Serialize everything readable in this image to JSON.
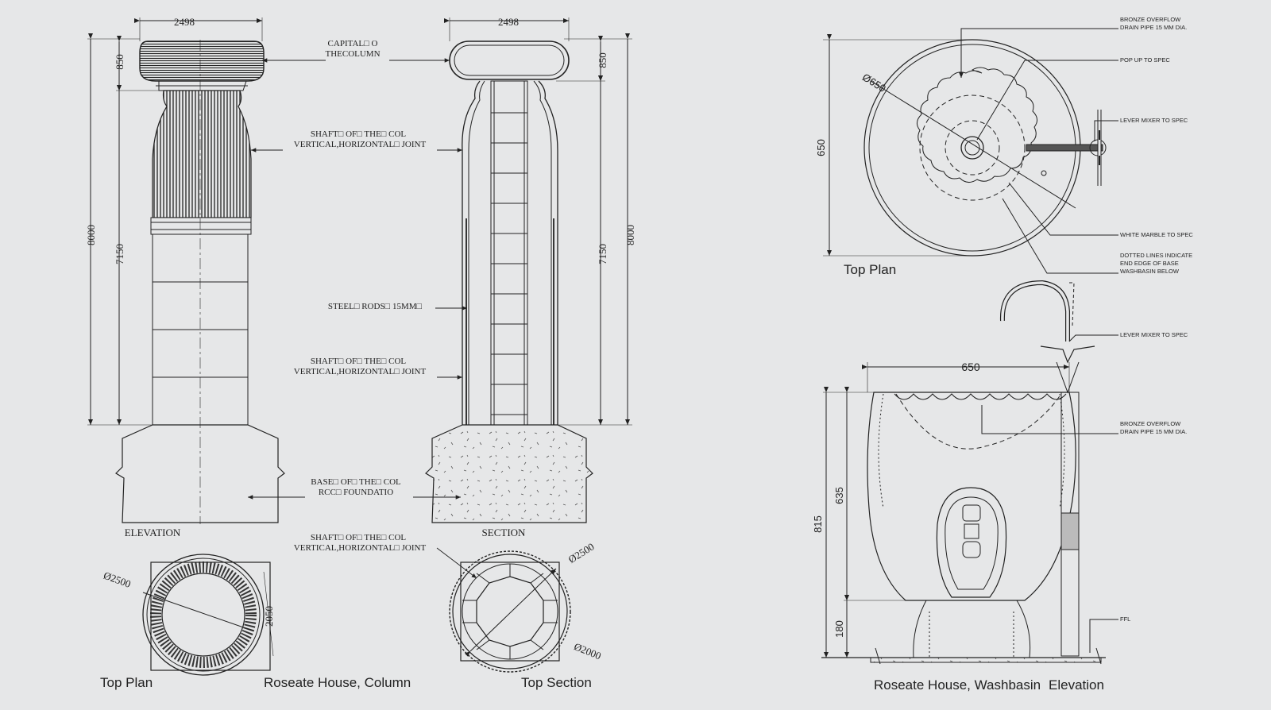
{
  "column": {
    "dims": {
      "width_elev": "2498",
      "width_sec": "2498",
      "capital_elev": "850",
      "capital_sec": "850",
      "total_elev": "8000",
      "shaft_elev": "7150",
      "total_sec": "8000",
      "shaft_sec": "7150",
      "dia_plan": "Ø2500",
      "plan_side": "2050",
      "dia_outer_sec": "Ø2500",
      "dia_inner_sec": "Ø2000"
    },
    "notes": {
      "capital_1": "CAPITAL□ O",
      "capital_2": "THECOLUMN",
      "shaft_joint_1": "SHAFT□ OF□ THE□ COL",
      "shaft_joint_2": "VERTICAL,HORIZONTAL□ JOINT",
      "steel_rods": "STEEL□ RODS□ 15MM□",
      "shaft_joint_b1": "SHAFT□ OF□ THE□ COL",
      "shaft_joint_b2": "VERTICAL,HORIZONTAL□ JOINT",
      "base_1": "BASE□ OF□ THE□ COL",
      "base_2": "RCC□ FOUNDATIO",
      "shaft_joint_c1": "SHAFT□ OF□ THE□ COL",
      "shaft_joint_c2": "VERTICAL,HORIZONTAL□ JOINT"
    },
    "labels": {
      "elevation": "ELEVATION",
      "section": "SECTION",
      "top_plan": "Top Plan",
      "title": "Roseate House, Column",
      "top_section": "Top Section"
    }
  },
  "washbasin": {
    "dims": {
      "plan_dia": "Ø650",
      "plan_height": "650",
      "elev_width": "650",
      "elev_total": "815",
      "elev_bowl": "635",
      "elev_base": "180"
    },
    "notes": {
      "bronze_overflow_1": "BRONZE OVERFLOW",
      "bronze_overflow_2": "DRAIN PIPE 15 MM DIA.",
      "popup": "POP UP TO SPEC",
      "lever_mixer_plan": "LEVER MIXER TO SPEC",
      "marble": "WHITE MARBLE TO SPEC",
      "dotted_1": "DOTTED LINES INDICATE",
      "dotted_2": "END EDGE OF BASE",
      "dotted_3": "WASHBASIN BELOW",
      "lever_mixer_elev": "LEVER MIXER TO SPEC",
      "bronze_overflow_b1": "BRONZE OVERFLOW",
      "bronze_overflow_b2": "DRAIN PIPE 15 MM DIA.",
      "ffl": "FFL"
    },
    "labels": {
      "top_plan": "Top Plan",
      "title": "Roseate House, Washbasin",
      "elevation": "Elevation"
    }
  },
  "colors": {
    "background": "#e6e7e8",
    "line": "#222222"
  }
}
